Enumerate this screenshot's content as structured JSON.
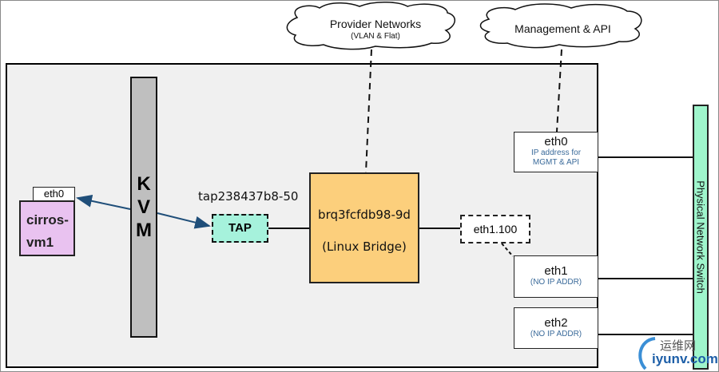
{
  "clouds": {
    "provider": {
      "title": "Provider Networks",
      "subtitle": "(VLAN & Flat)"
    },
    "management": {
      "title": "Management & API"
    }
  },
  "hypervisor": {
    "label_letters": [
      "K",
      "V",
      "M"
    ]
  },
  "vm": {
    "name_line1": "cirros-",
    "name_line2": "vm1",
    "interface": "eth0",
    "color": "#e9c2f0"
  },
  "tap": {
    "device_name": "tap238437b8-50",
    "label": "TAP",
    "color": "#a6f2dc"
  },
  "bridge": {
    "name": "brq3fcfdb98-9d",
    "type": "(Linux Bridge)",
    "color": "#fccf7c"
  },
  "vlan_interface": {
    "name": "eth1.100"
  },
  "nics": [
    {
      "name": "eth0",
      "detail_line1": "IP address for",
      "detail_line2": "MGMT & API"
    },
    {
      "name": "eth1",
      "detail_line1": "(NO IP ADDR)"
    },
    {
      "name": "eth2",
      "detail_line1": "(NO IP ADDR)"
    }
  ],
  "physical_switch": {
    "label": "Physical Network Switch",
    "color": "#9ff5cc"
  },
  "watermark": {
    "cn": "运维网",
    "en": "iyunv.com"
  }
}
